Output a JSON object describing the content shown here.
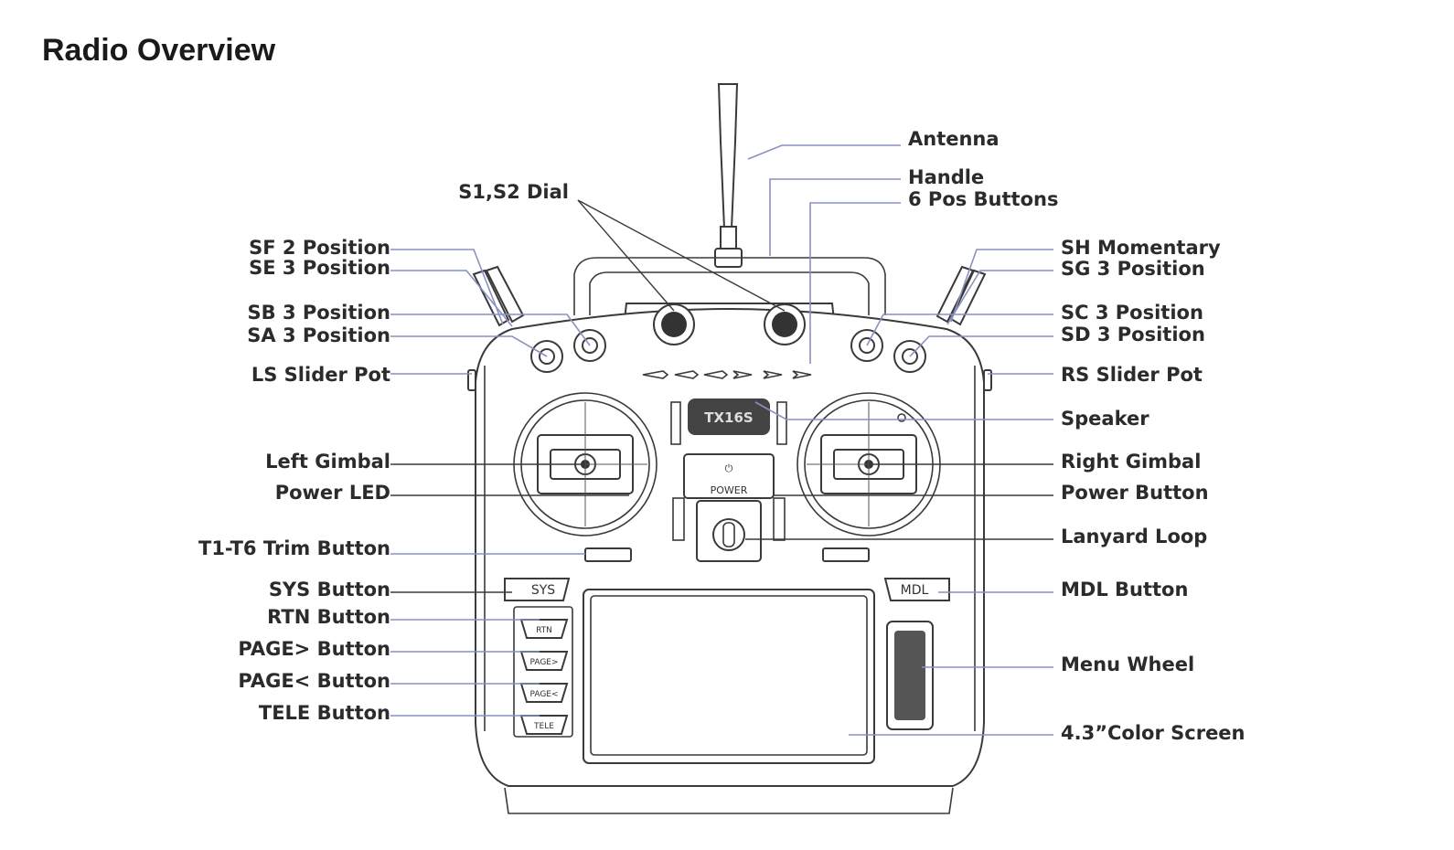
{
  "title": "Radio Overview",
  "labels": {
    "antenna": "Antenna",
    "handle": "Handle",
    "six_pos": "6 Pos Buttons",
    "s1s2": "S1,S2 Dial",
    "sf": "SF 2 Position",
    "se": "SE 3 Position",
    "sb": "SB 3 Position",
    "sa": "SA 3 Position",
    "ls": "LS Slider Pot",
    "left_gimbal": "Left Gimbal",
    "power_led": "Power LED",
    "trim": "T1-T6 Trim Button",
    "sys": "SYS Button",
    "rtn": "RTN Button",
    "page_next": "PAGE> Button",
    "page_prev": "PAGE< Button",
    "tele": "TELE Button",
    "sh": "SH Momentary",
    "sg": "SG 3 Position",
    "sc": "SC 3 Position",
    "sd": "SD 3 Position",
    "rs": "RS Slider Pot",
    "speaker": "Speaker",
    "right_gimbal": "Right Gimbal",
    "power_button": "Power Button",
    "lanyard": "Lanyard Loop",
    "mdl": "MDL Button",
    "menu_wheel": "Menu Wheel",
    "screen": "4.3”Color Screen"
  },
  "device_text": {
    "sys": "SYS",
    "mdl": "MDL",
    "power": "POWER",
    "rtn": "RTN",
    "page_next": "PAGE>",
    "page_prev": "PAGE<",
    "tele": "TELE",
    "logo": "TX16S"
  }
}
